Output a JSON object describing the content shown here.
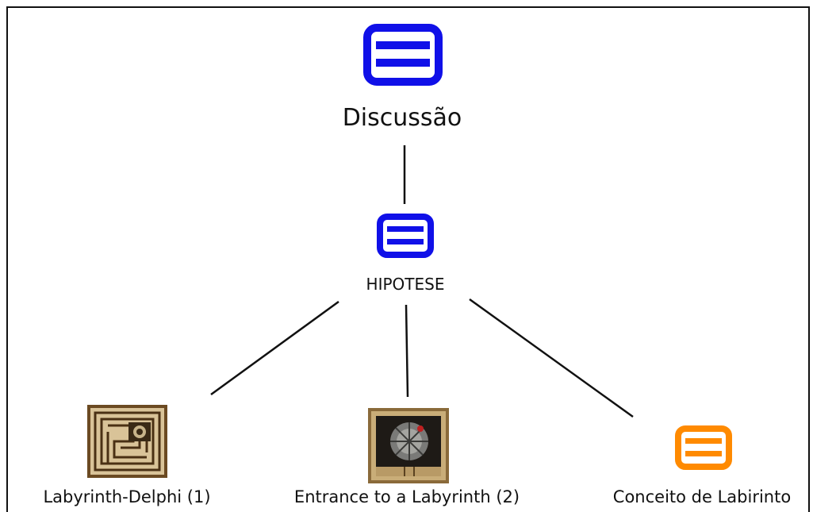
{
  "root": {
    "label": "Discussão",
    "icon": "list-note-icon",
    "color": "#1010e8"
  },
  "hypothesis": {
    "label": "HIPOTESE",
    "icon": "list-note-icon",
    "color": "#1010e8"
  },
  "children": [
    {
      "label": "Labyrinth-Delphi (1)",
      "icon": "labyrinth-image-icon"
    },
    {
      "label": "Entrance to a Labyrinth (2)",
      "icon": "labyrinth-entrance-image-icon"
    },
    {
      "label": "Conceito de Labirinto",
      "icon": "list-note-icon",
      "color": "#ff8a00"
    }
  ]
}
